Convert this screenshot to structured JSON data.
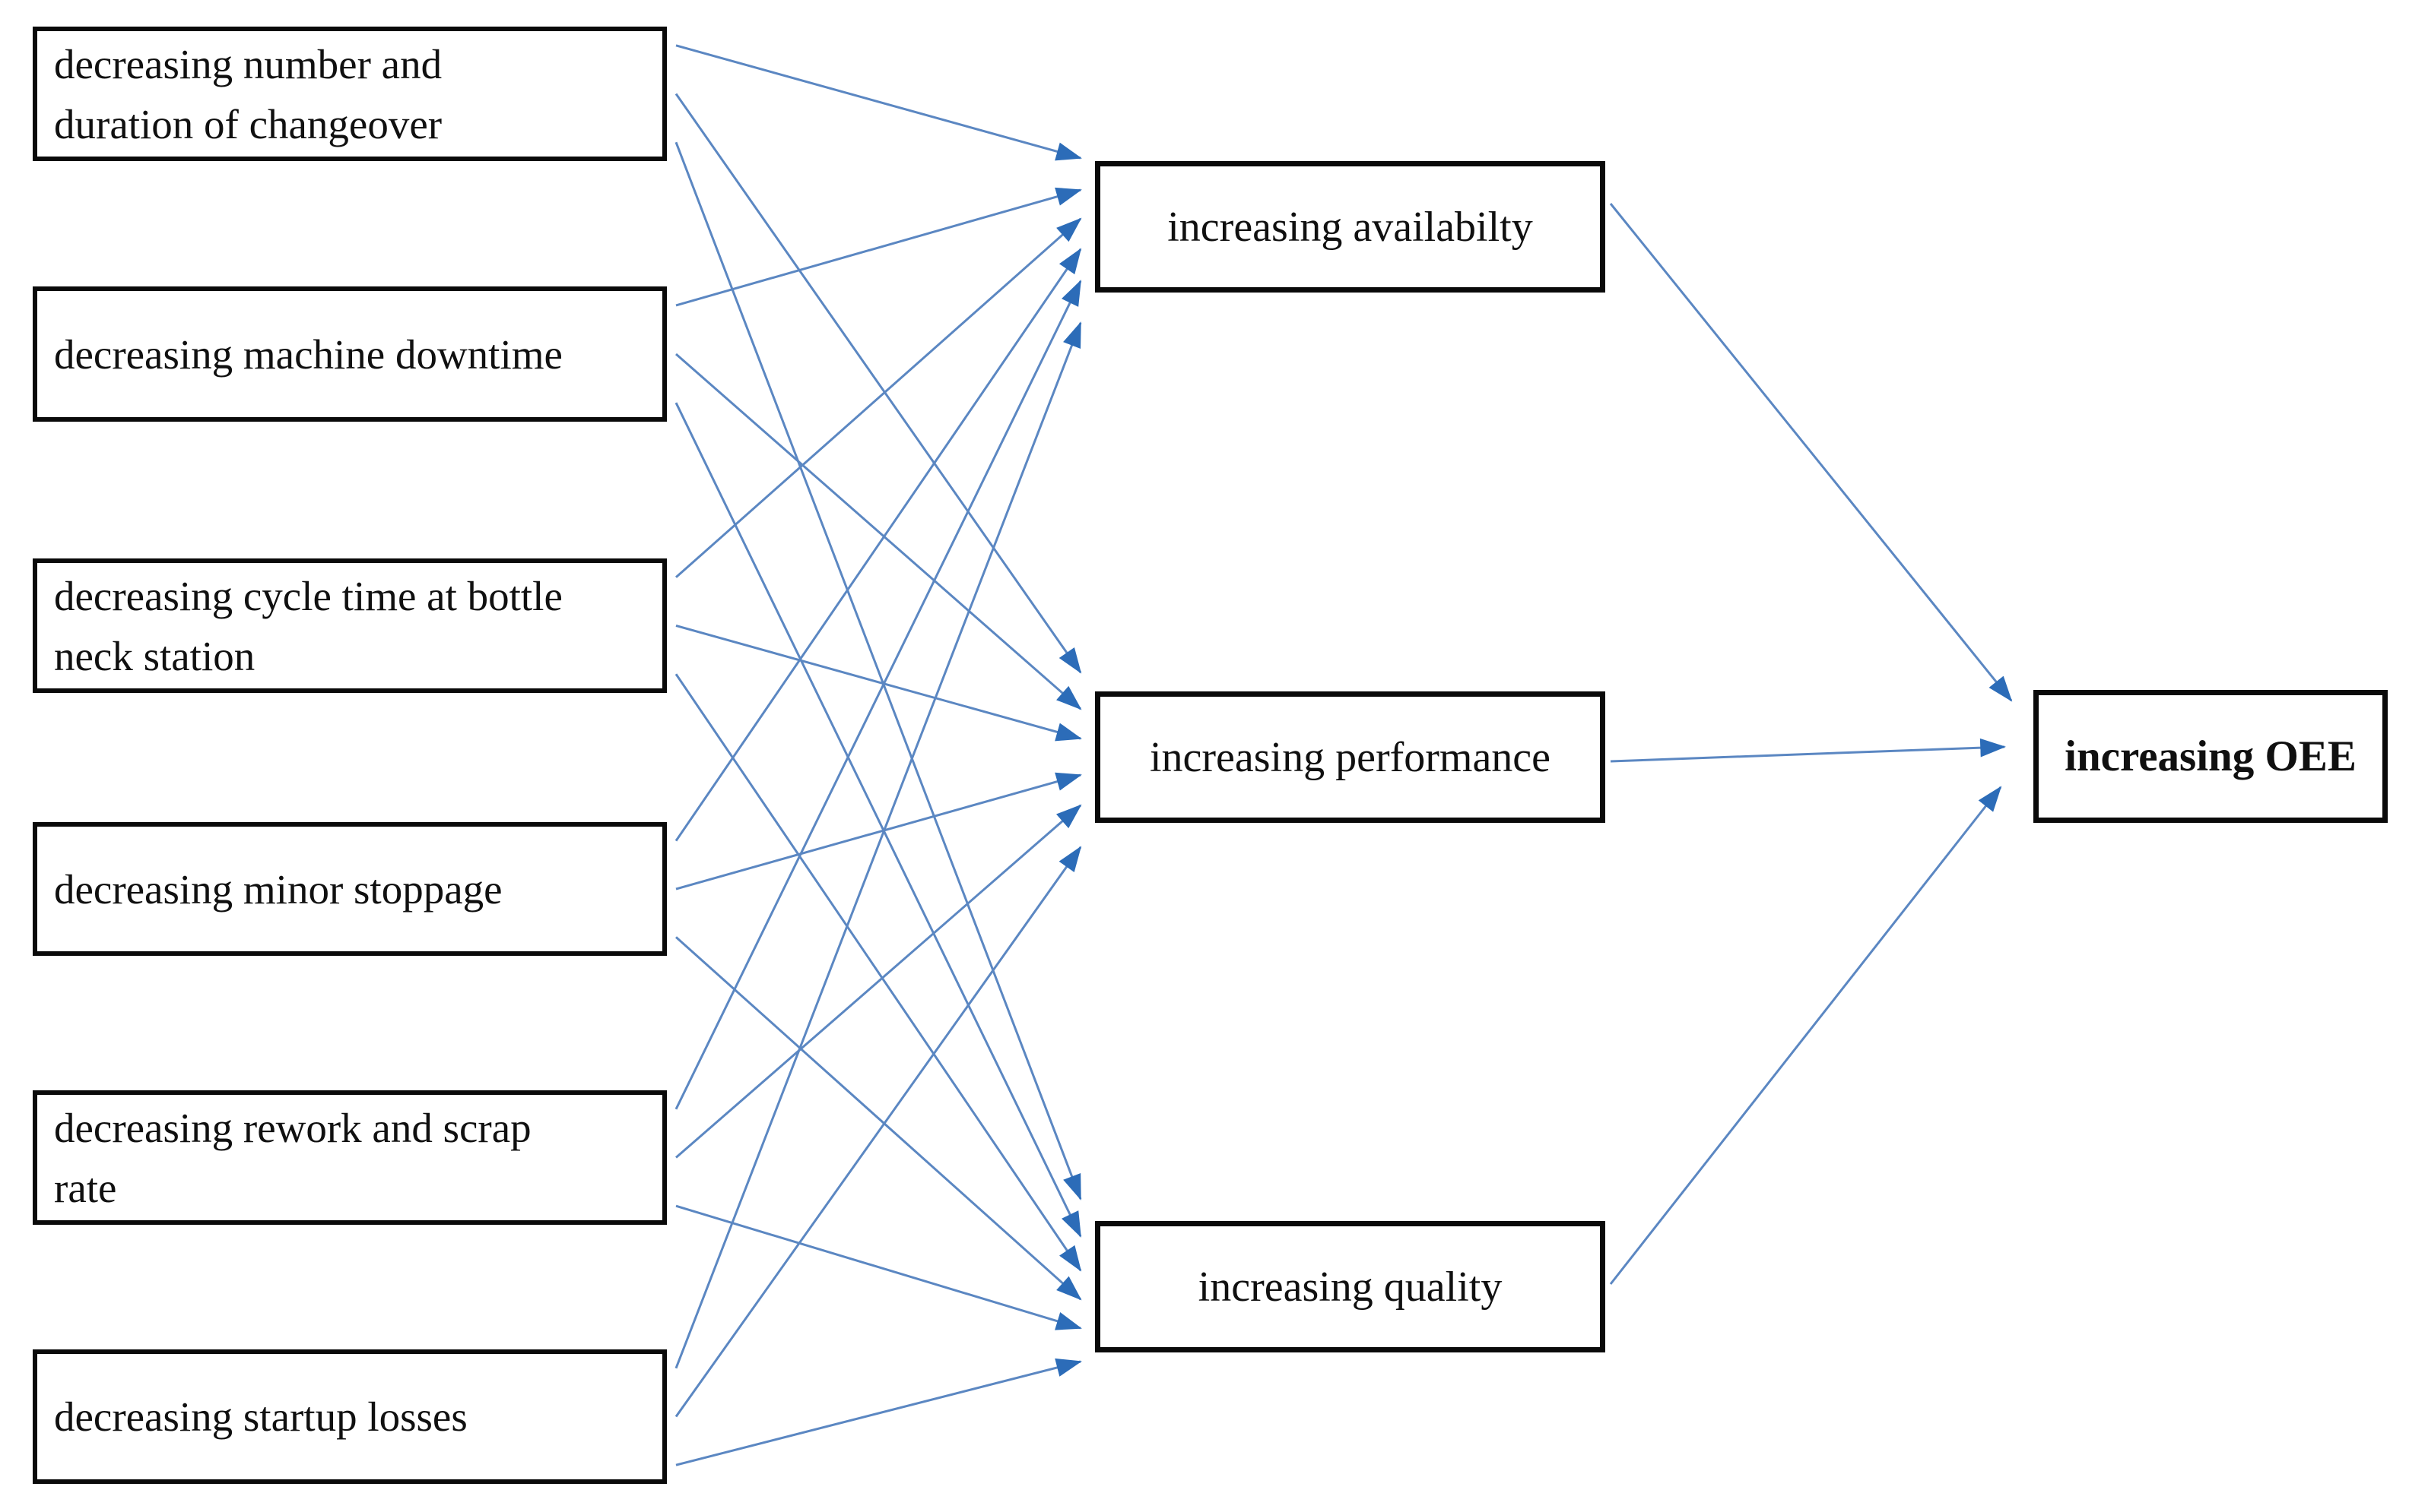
{
  "diagram": {
    "sources": [
      {
        "id": "changeover",
        "lines": [
          "decreasing number and",
          "duration of changeover"
        ]
      },
      {
        "id": "machine-downtime",
        "lines": [
          "decreasing machine downtime"
        ]
      },
      {
        "id": "cycle-time",
        "lines": [
          "decreasing cycle time at bottle",
          "neck station"
        ]
      },
      {
        "id": "minor-stoppage",
        "lines": [
          "decreasing minor stoppage"
        ]
      },
      {
        "id": "rework-scrap",
        "lines": [
          "decreasing rework and scrap",
          "rate"
        ]
      },
      {
        "id": "startup-losses",
        "lines": [
          "decreasing startup losses"
        ]
      }
    ],
    "mediators": [
      {
        "id": "availability",
        "label": "increasing availabilty"
      },
      {
        "id": "performance",
        "label": "increasing performance"
      },
      {
        "id": "quality",
        "label": "increasing quality"
      }
    ],
    "outcome": {
      "id": "oee",
      "label": "increasing OEE"
    },
    "edges": [
      {
        "from": "changeover",
        "to": "availability"
      },
      {
        "from": "machine-downtime",
        "to": "availability"
      },
      {
        "from": "cycle-time",
        "to": "availability"
      },
      {
        "from": "minor-stoppage",
        "to": "availability"
      },
      {
        "from": "rework-scrap",
        "to": "availability"
      },
      {
        "from": "startup-losses",
        "to": "availability"
      },
      {
        "from": "changeover",
        "to": "performance"
      },
      {
        "from": "machine-downtime",
        "to": "performance"
      },
      {
        "from": "cycle-time",
        "to": "performance"
      },
      {
        "from": "minor-stoppage",
        "to": "performance"
      },
      {
        "from": "rework-scrap",
        "to": "performance"
      },
      {
        "from": "startup-losses",
        "to": "performance"
      },
      {
        "from": "changeover",
        "to": "quality"
      },
      {
        "from": "machine-downtime",
        "to": "quality"
      },
      {
        "from": "cycle-time",
        "to": "quality"
      },
      {
        "from": "minor-stoppage",
        "to": "quality"
      },
      {
        "from": "rework-scrap",
        "to": "quality"
      },
      {
        "from": "startup-losses",
        "to": "quality"
      },
      {
        "from": "availability",
        "to": "oee"
      },
      {
        "from": "performance",
        "to": "oee"
      },
      {
        "from": "quality",
        "to": "oee"
      }
    ],
    "colors": {
      "background": "#ffffff",
      "box_border": "#0a0a0a",
      "text": "#101010",
      "arrow_line": "#5b87c2",
      "arrow_head": "#2c6cb8"
    }
  }
}
